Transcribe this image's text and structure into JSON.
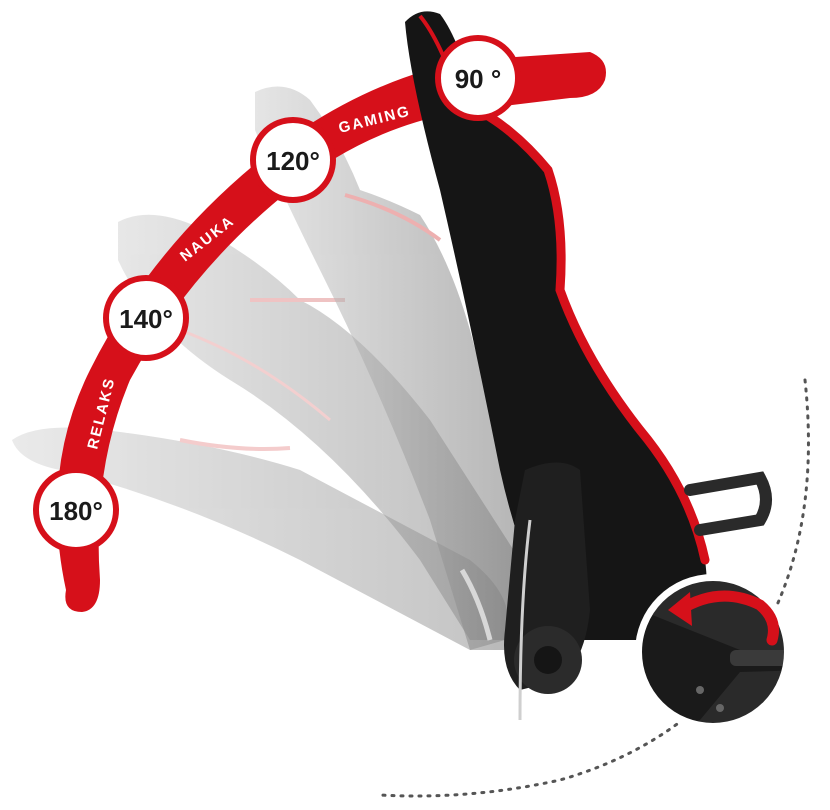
{
  "angles": {
    "a90": "90 °",
    "a120": "120°",
    "a140": "140°",
    "a180": "180°"
  },
  "modes": {
    "gaming": "GAMING",
    "nauka": "NAUKA",
    "relaks": "RELAKS"
  },
  "colors": {
    "accent": "#d6101a",
    "chair": "#141414",
    "ghost": "#8a8a8a"
  },
  "icons": {
    "lever_detail": "recline-lever-rotate-arrow"
  }
}
